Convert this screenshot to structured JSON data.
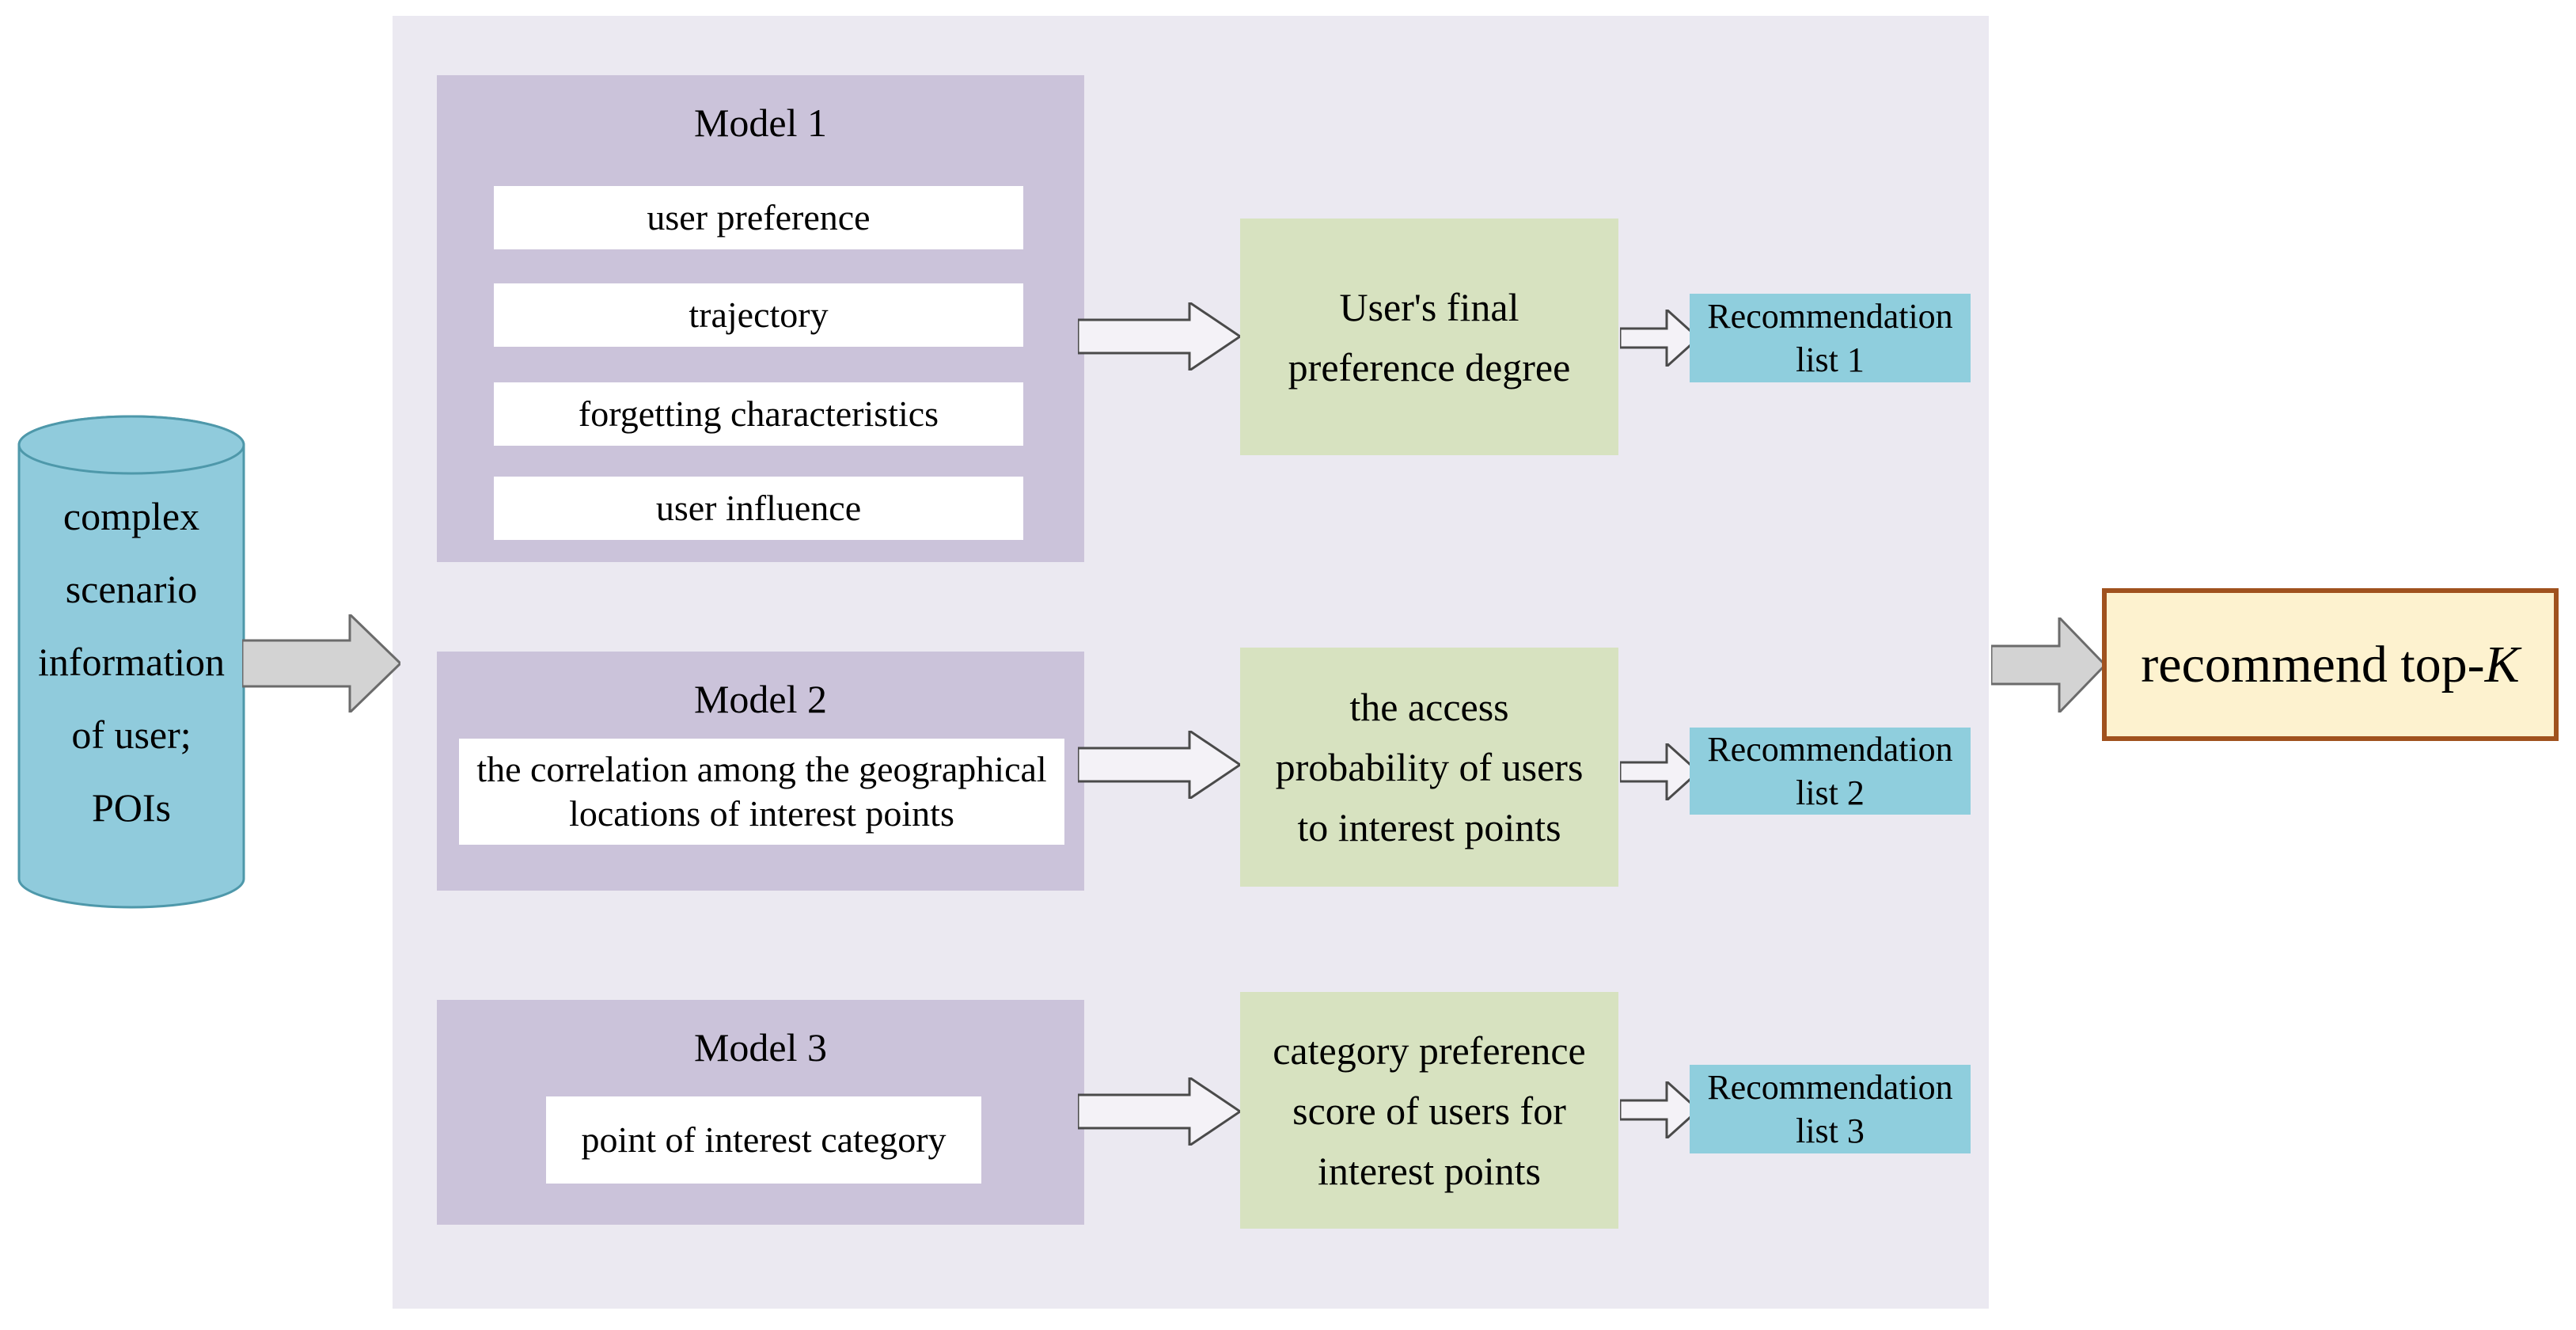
{
  "input": {
    "label": "complex\nscenario\ninformation\nof user;\nPOIs"
  },
  "models": [
    {
      "title": "Model 1",
      "features": [
        "user preference",
        "trajectory",
        "forgetting characteristics",
        "user influence"
      ]
    },
    {
      "title": "Model 2",
      "features": [
        "the correlation among the geographical\nlocations of interest points"
      ]
    },
    {
      "title": "Model 3",
      "features": [
        "point of interest category"
      ]
    }
  ],
  "outputs": [
    "User's final\npreference degree",
    "the access\nprobability of users\nto interest points",
    "category preference\nscore of users for\ninterest points"
  ],
  "recommendation_lists": [
    "Recommendation\nlist 1",
    "Recommendation\nlist 2",
    "Recommendation\nlist 3"
  ],
  "final": {
    "prefix": "recommend top-",
    "k": "K"
  },
  "colors": {
    "panel_background": "#EBE9F1",
    "model_box": "#CBC3DA",
    "output_box": "#D7E2C0",
    "recommendation_box": "#8FCEDD",
    "input_cylinder": "#90CBDC",
    "input_cylinder_border": "#4E98AA",
    "final_fill": "#FDF2CF",
    "final_border": "#A0521E",
    "arrow_gray": "#D3D3D3",
    "arrow_light": "#F4F2F7"
  }
}
